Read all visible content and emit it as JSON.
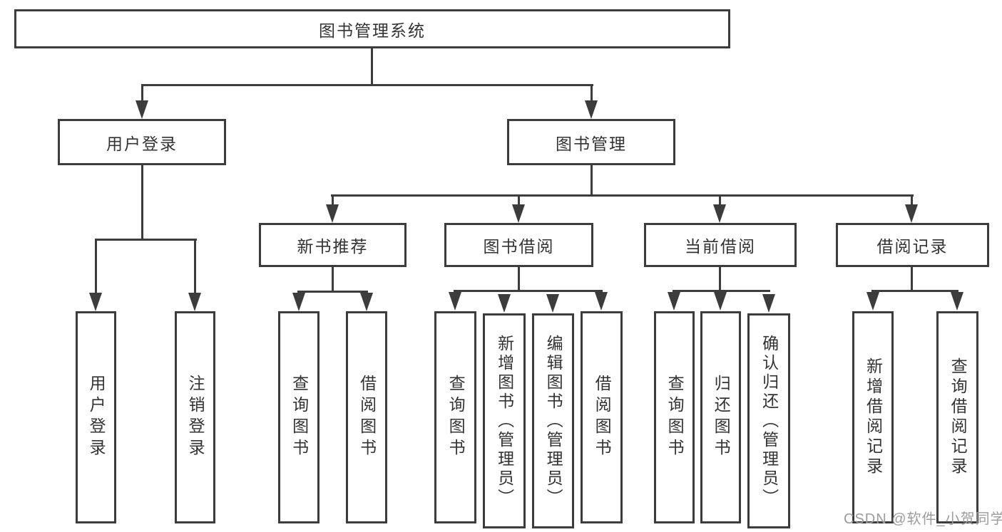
{
  "tree": {
    "root": {
      "label": "图书管理系统",
      "children": [
        {
          "label": "用户登录",
          "children": [
            {
              "label": "用户登录"
            },
            {
              "label": "注销登录"
            }
          ]
        },
        {
          "label": "图书管理",
          "children": [
            {
              "label": "新书推荐",
              "children": [
                {
                  "label": "查询图书"
                },
                {
                  "label": "借阅图书"
                }
              ]
            },
            {
              "label": "图书借阅",
              "children": [
                {
                  "label": "查询图书"
                },
                {
                  "label": "新增图书（管理员）"
                },
                {
                  "label": "编辑图书（管理员）"
                },
                {
                  "label": "借阅图书"
                }
              ]
            },
            {
              "label": "当前借阅",
              "children": [
                {
                  "label": "查询图书"
                },
                {
                  "label": "归还图书"
                },
                {
                  "label": "确认归还（管理员）"
                }
              ]
            },
            {
              "label": "借阅记录",
              "children": [
                {
                  "label": "新增借阅记录"
                },
                {
                  "label": "查询借阅记录"
                }
              ]
            }
          ]
        }
      ]
    }
  },
  "watermark": {
    "text": "CSDN @软件_小贺同学"
  },
  "colors": {
    "line": "#3c3c3c",
    "text": "#333333",
    "watermark": "#9c9c9c",
    "background": "#ffffff"
  }
}
